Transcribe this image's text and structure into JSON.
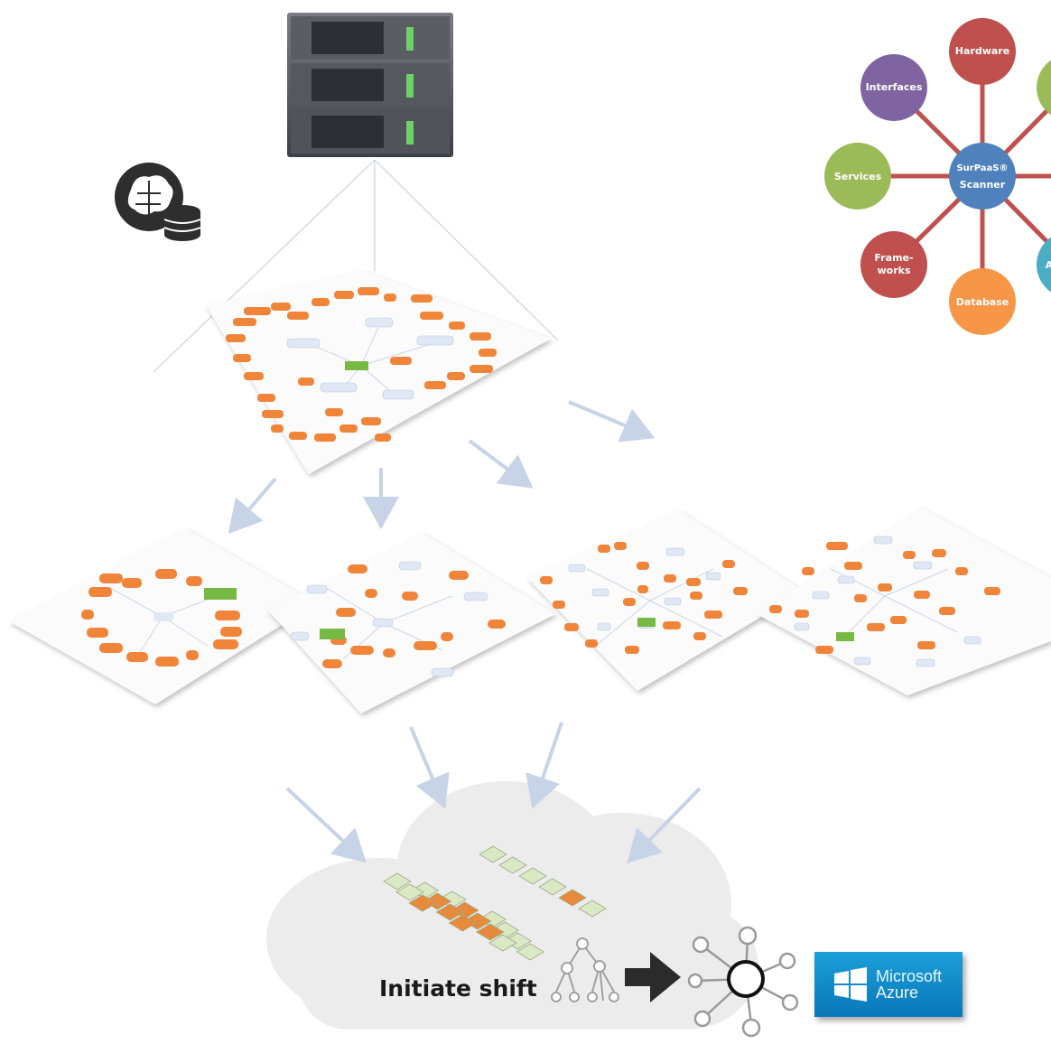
{
  "wheel": {
    "center_line1": "SurPaaS®",
    "center_line2": "Scanner",
    "center_color": "#4f81bd",
    "spoke_color": "#c0504d",
    "nodes": [
      {
        "id": "hardware",
        "label": "Hardware",
        "color": "#c0504d"
      },
      {
        "id": "interfaces",
        "label": "Interfaces",
        "color": "#8064a2"
      },
      {
        "id": "services",
        "label": "Services",
        "color": "#9bbb59"
      },
      {
        "id": "frameworks",
        "label_line1": "Frame-",
        "label_line2": "works",
        "color": "#c0504d"
      },
      {
        "id": "database",
        "label": "Database",
        "color": "#f79646"
      },
      {
        "id": "partial-right-top",
        "label": "",
        "color": "#9bbb59"
      },
      {
        "id": "partial-right-bottom",
        "label": "A",
        "color": "#4bacc6"
      }
    ]
  },
  "caption": "Initiate shift",
  "azure": {
    "line1": "Microsoft",
    "line2": "Azure"
  },
  "colors": {
    "map_node": "#f0853a",
    "map_hub": "#dfe8f4",
    "map_center": "#77b943",
    "arrow": "#c7d3e6",
    "grid_light": "#dbe8c4",
    "grid_orange": "#e88a3c",
    "cloud": "#ececec"
  },
  "icons": [
    "server-rack-icon",
    "brain-database-icon",
    "tree-hierarchy-icon",
    "right-arrow-icon",
    "network-graph-icon",
    "windows-logo-icon"
  ]
}
